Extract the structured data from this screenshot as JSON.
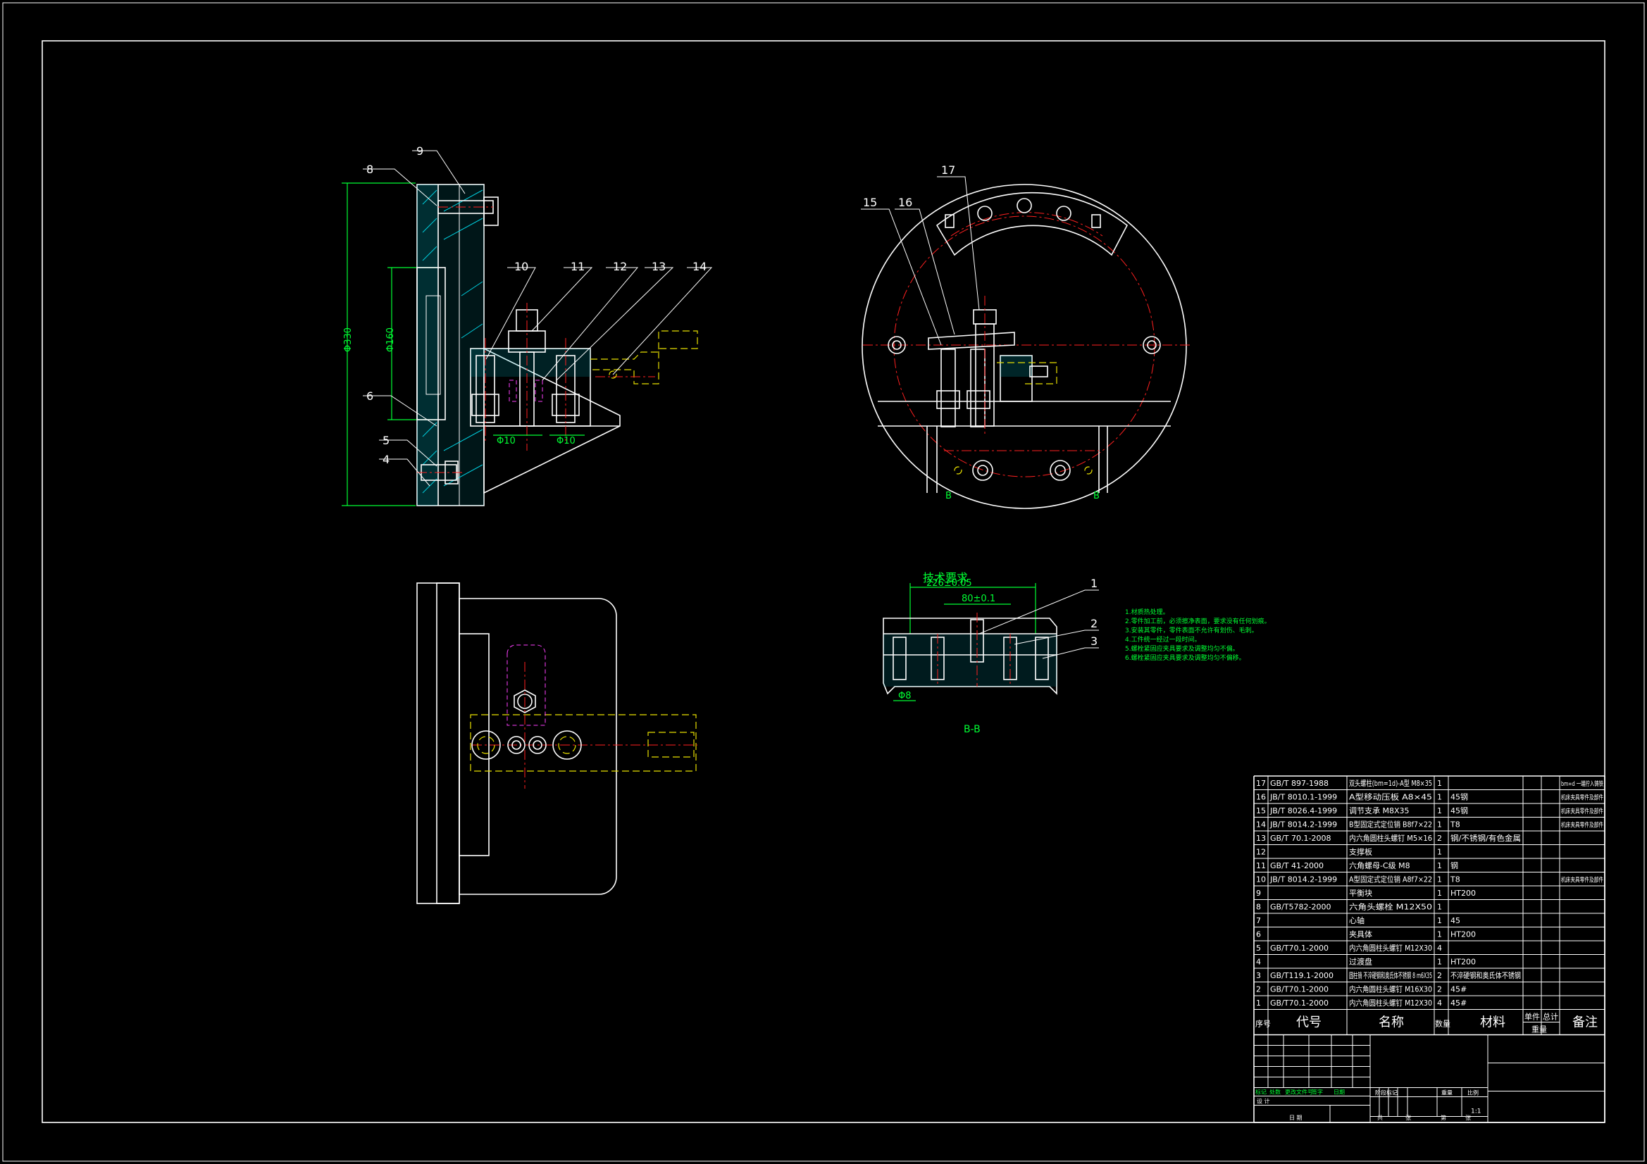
{
  "views": {
    "side": {
      "callouts": [
        "8",
        "9",
        "10",
        "11",
        "12",
        "13",
        "14",
        "6",
        "5",
        "4"
      ],
      "dims": {
        "overall": "Φ330",
        "bore": "Φ160",
        "pin_a": "Φ10",
        "pin_b": "Φ10"
      }
    },
    "front": {
      "callouts": [
        "15",
        "16",
        "17"
      ],
      "cut_marks": [
        "B",
        "B"
      ]
    },
    "section": {
      "heading": "技术要求",
      "dims": {
        "d1": "226±0.05",
        "d2": "80±0.1",
        "d3": "Φ8"
      },
      "callouts": [
        "1",
        "2",
        "3"
      ],
      "label": "B-B"
    }
  },
  "tech_notes": [
    "1.材质热处理。",
    "2.零件加工前，必须擦净表面，要求没有任何划痕。",
    "3.安装其零件，零件表面不允许有划伤、毛刺。",
    "4.工件统一经过一段时间。",
    "5.螺栓紧固应夹具要求及调整均匀不偏。",
    "6.螺栓紧固应夹具要求及调整均匀不偏移。"
  ],
  "bom": {
    "headers": {
      "no": "序号",
      "code": "代号",
      "name": "名称",
      "qty": "数量",
      "material": "材料",
      "unit": "单件",
      "total": "总计",
      "weight": "重量",
      "remark": "备注"
    },
    "rows": [
      {
        "no": "17",
        "code": "GB/T 897-1988",
        "name": "双头螺柱(bm=1d)-A型 M8×35",
        "qty": "1",
        "material": "",
        "remark": "bm=d 一端拧入铸铁"
      },
      {
        "no": "16",
        "code": "JB/T 8010.1-1999",
        "name": "A型移动压板 A8×45",
        "qty": "1",
        "material": "45钢",
        "remark": "机床夹具零件及部件"
      },
      {
        "no": "15",
        "code": "JB/T 8026.4-1999",
        "name": "调节支承 M8X35",
        "qty": "1",
        "material": "45钢",
        "remark": "机床夹具零件及部件"
      },
      {
        "no": "14",
        "code": "JB/T 8014.2-1999",
        "name": "B型固定式定位销 B8f7×22",
        "qty": "1",
        "material": "T8",
        "remark": "机床夹具零件及部件"
      },
      {
        "no": "13",
        "code": "GB/T 70.1-2008",
        "name": "内六角圆柱头螺钉 M5×16",
        "qty": "2",
        "material": "钢/不锈钢/有色金属",
        "remark": ""
      },
      {
        "no": "12",
        "code": "",
        "name": "支撑板",
        "qty": "1",
        "material": "",
        "remark": ""
      },
      {
        "no": "11",
        "code": "GB/T 41-2000",
        "name": "六角螺母-C级 M8",
        "qty": "1",
        "material": "钢",
        "remark": ""
      },
      {
        "no": "10",
        "code": "JB/T 8014.2-1999",
        "name": "A型固定式定位销 A8f7×22",
        "qty": "1",
        "material": "T8",
        "remark": "机床夹具零件及部件"
      },
      {
        "no": "9",
        "code": "",
        "name": "平衡块",
        "qty": "1",
        "material": "HT200",
        "remark": ""
      },
      {
        "no": "8",
        "code": "GB/T5782-2000",
        "name": "六角头螺栓 M12X50",
        "qty": "1",
        "material": "",
        "remark": ""
      },
      {
        "no": "7",
        "code": "",
        "name": "心轴",
        "qty": "1",
        "material": "45",
        "remark": ""
      },
      {
        "no": "6",
        "code": "",
        "name": "夹具体",
        "qty": "1",
        "material": "HT200",
        "remark": ""
      },
      {
        "no": "5",
        "code": "GB/T70.1-2000",
        "name": "内六角圆柱头螺钉 M12X30",
        "qty": "4",
        "material": "",
        "remark": ""
      },
      {
        "no": "4",
        "code": "",
        "name": "过渡盘",
        "qty": "1",
        "material": "HT200",
        "remark": ""
      },
      {
        "no": "3",
        "code": "GB/T119.1-2000",
        "name": "圆柱销 不淬硬钢和奥氏体不锈钢 8 m6X35",
        "qty": "2",
        "material": "不淬硬钢和奥氏体不锈钢",
        "remark": ""
      },
      {
        "no": "2",
        "code": "GB/T70.1-2000",
        "name": "内六角圆柱头螺钉 M16X30",
        "qty": "2",
        "material": "45#",
        "remark": ""
      },
      {
        "no": "1",
        "code": "GB/T70.1-2000",
        "name": "内六角圆柱头螺钉 M12X30",
        "qty": "4",
        "material": "45#",
        "remark": ""
      }
    ]
  },
  "title_block": {
    "rev_labels": [
      "标记",
      "处数",
      "更改文件号",
      "签字",
      "日期"
    ],
    "design": "设 计",
    "stage_labels": [
      "阶段标记",
      "重量",
      "比例"
    ],
    "scale": "1:1",
    "date_label": "日 期",
    "sheet_labels": [
      "共",
      "张",
      "第",
      "张"
    ]
  }
}
